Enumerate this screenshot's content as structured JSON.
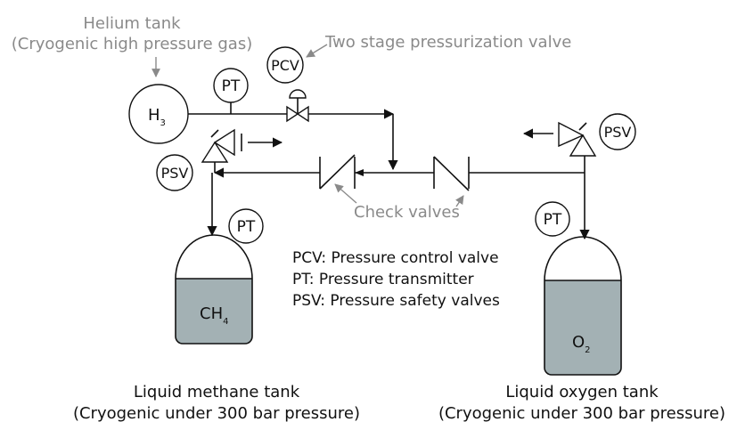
{
  "helium": {
    "annotation_line1": "Helium tank",
    "annotation_line2": "(Cryogenic high pressure gas)",
    "symbol": "H",
    "subscript": "3"
  },
  "pcv_annotation": "Two stage pressurization valve",
  "check_valves_annotation": "Check valves",
  "instrument_labels": {
    "pcv": "PCV",
    "pt": "PT",
    "psv": "PSV"
  },
  "legend": {
    "pcv": "PCV: Pressure control valve",
    "pt": "PT: Pressure transmitter",
    "psv": "PSV: Pressure safety valves"
  },
  "methane_tank": {
    "symbol": "CH",
    "subscript": "4",
    "caption_line1": "Liquid methane tank",
    "caption_line2": "(Cryogenic under 300 bar pressure)"
  },
  "oxygen_tank": {
    "symbol": "O",
    "subscript": "2",
    "caption_line1": "Liquid oxygen tank",
    "caption_line2": "(Cryogenic under 300 bar pressure)"
  },
  "colors": {
    "line": "#111111",
    "annotation": "#8a8a8a",
    "liquid_fill": "#a3b1b4"
  }
}
